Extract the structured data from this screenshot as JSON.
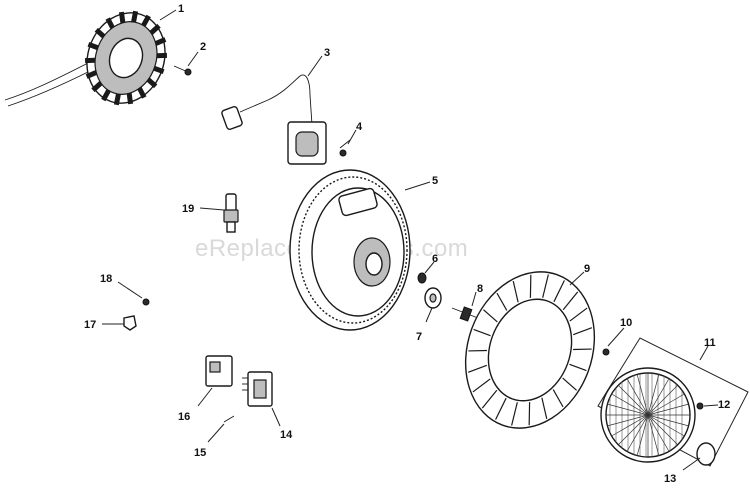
{
  "watermark": "eReplacementParts.com",
  "callouts": {
    "c1": "1",
    "c2": "2",
    "c3": "3",
    "c4": "4",
    "c5": "5",
    "c6": "6",
    "c7": "7",
    "c8": "8",
    "c9": "9",
    "c10": "10",
    "c11": "11",
    "c12": "12",
    "c13": "13",
    "c14": "14",
    "c15": "15",
    "c16": "16",
    "c17": "17",
    "c18": "18",
    "c19": "19"
  }
}
